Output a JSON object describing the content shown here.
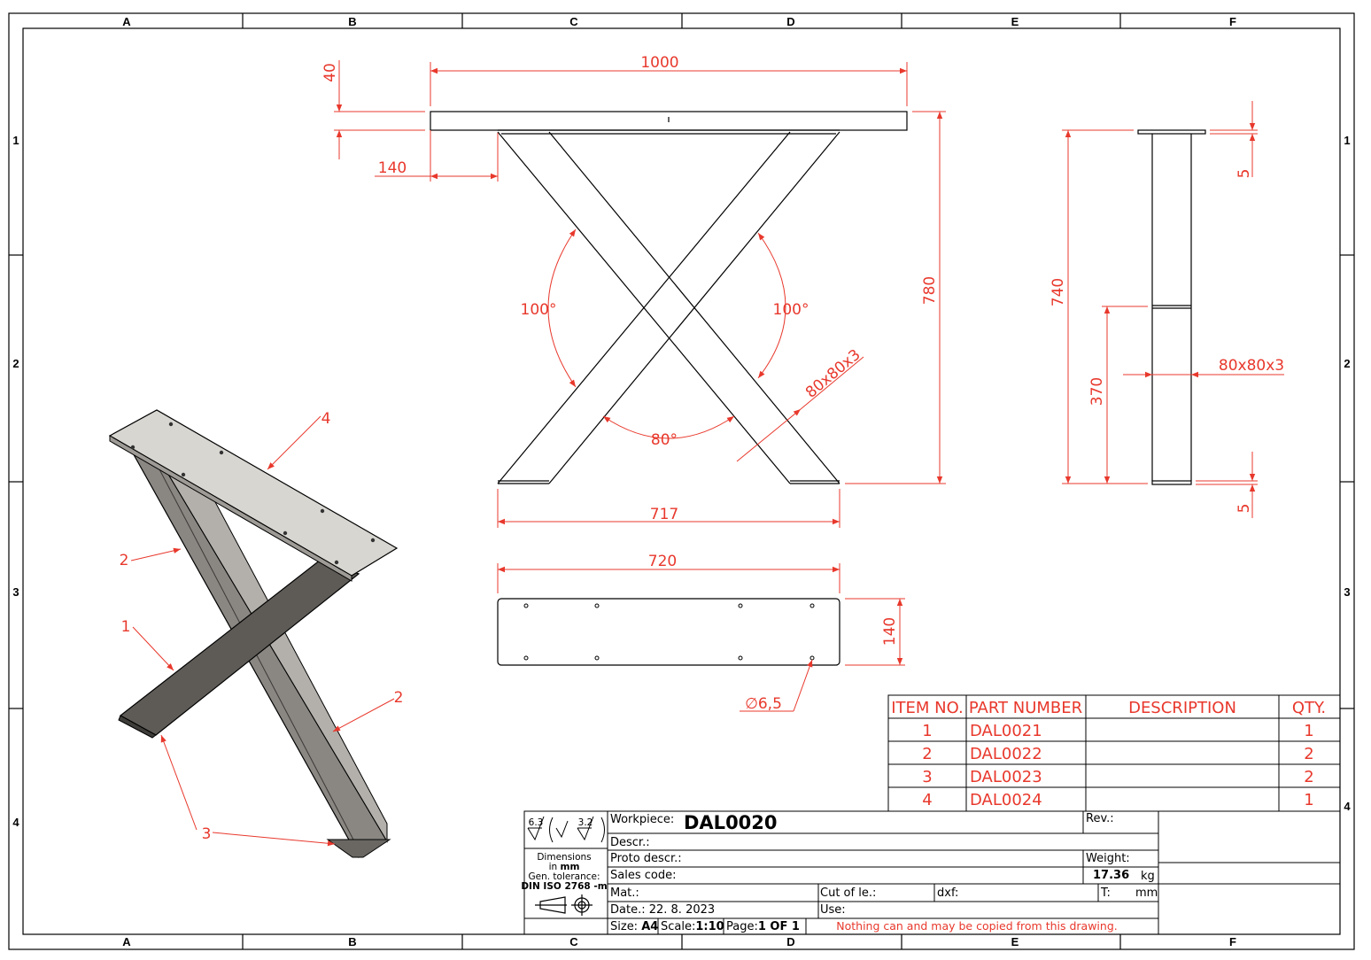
{
  "frame": {
    "columns": [
      "A",
      "B",
      "C",
      "D",
      "E",
      "F"
    ],
    "rows": [
      "1",
      "2",
      "3",
      "4"
    ]
  },
  "front_view": {
    "dim_width_top": "1000",
    "dim_top_thickness": "40",
    "dim_offset": "140",
    "dim_height": "780",
    "angle_left": "100°",
    "angle_right": "100°",
    "angle_bottom": "80°",
    "profile": "80x80x3",
    "dim_base_width": "717"
  },
  "side_view": {
    "dim_height": "740",
    "dim_mid": "370",
    "profile": "80x80x3",
    "dim_plate_top": "5",
    "dim_plate_bottom": "5"
  },
  "top_plate_view": {
    "dim_length": "720",
    "dim_width": "140",
    "hole_diameter": "∅6,5"
  },
  "iso_view": {
    "balloons": [
      "1",
      "2",
      "2",
      "3",
      "4"
    ]
  },
  "bom": {
    "headers": {
      "item": "ITEM NO.",
      "part": "PART NUMBER",
      "desc": "DESCRIPTION",
      "qty": "QTY."
    },
    "rows": [
      {
        "item": "1",
        "part": "DAL0021",
        "desc": "",
        "qty": "1"
      },
      {
        "item": "2",
        "part": "DAL0022",
        "desc": "",
        "qty": "2"
      },
      {
        "item": "3",
        "part": "DAL0023",
        "desc": "",
        "qty": "2"
      },
      {
        "item": "4",
        "part": "DAL0024",
        "desc": "",
        "qty": "1"
      }
    ]
  },
  "title_block": {
    "roughness_main": "6.3",
    "roughness_alt": "3.2",
    "dimensions_line1": "Dimensions",
    "dimensions_line2": "in",
    "dimensions_unit": "mm",
    "tolerance_line": "Gen. tolerance:",
    "tolerance_std": "DIN ISO 2768 -m",
    "workpiece_label": "Workpiece:",
    "workpiece_value": "DAL0020",
    "rev_label": "Rev.:",
    "descr_label": "Descr.:",
    "proto_label": "Proto descr.:",
    "weight_label": "Weight:",
    "weight_value": "17.36",
    "weight_unit": "kg",
    "sales_label": "Sales code:",
    "mat_label": "Mat.:",
    "cut_label": "Cut of le.:",
    "dxf_label": "dxf:",
    "t_label": "T:",
    "t_unit": "mm",
    "date_label": "Date.:",
    "date_value": "22. 8. 2023",
    "use_label": "Use:",
    "size_label": "Size:",
    "size_value": "A4",
    "scale_label": "Scale:",
    "scale_value": "1:10",
    "page_label": "Page:",
    "page_value": "1 OF 1",
    "copyright": "Nothing can and may be copied from this drawing."
  },
  "colors": {
    "dimension": "#e8382c",
    "line": "#000000",
    "plate": "#d8d6d1",
    "steel_dark": "#5e5b57",
    "steel_mid": "#8a8783",
    "steel_light": "#b3b0ab"
  }
}
